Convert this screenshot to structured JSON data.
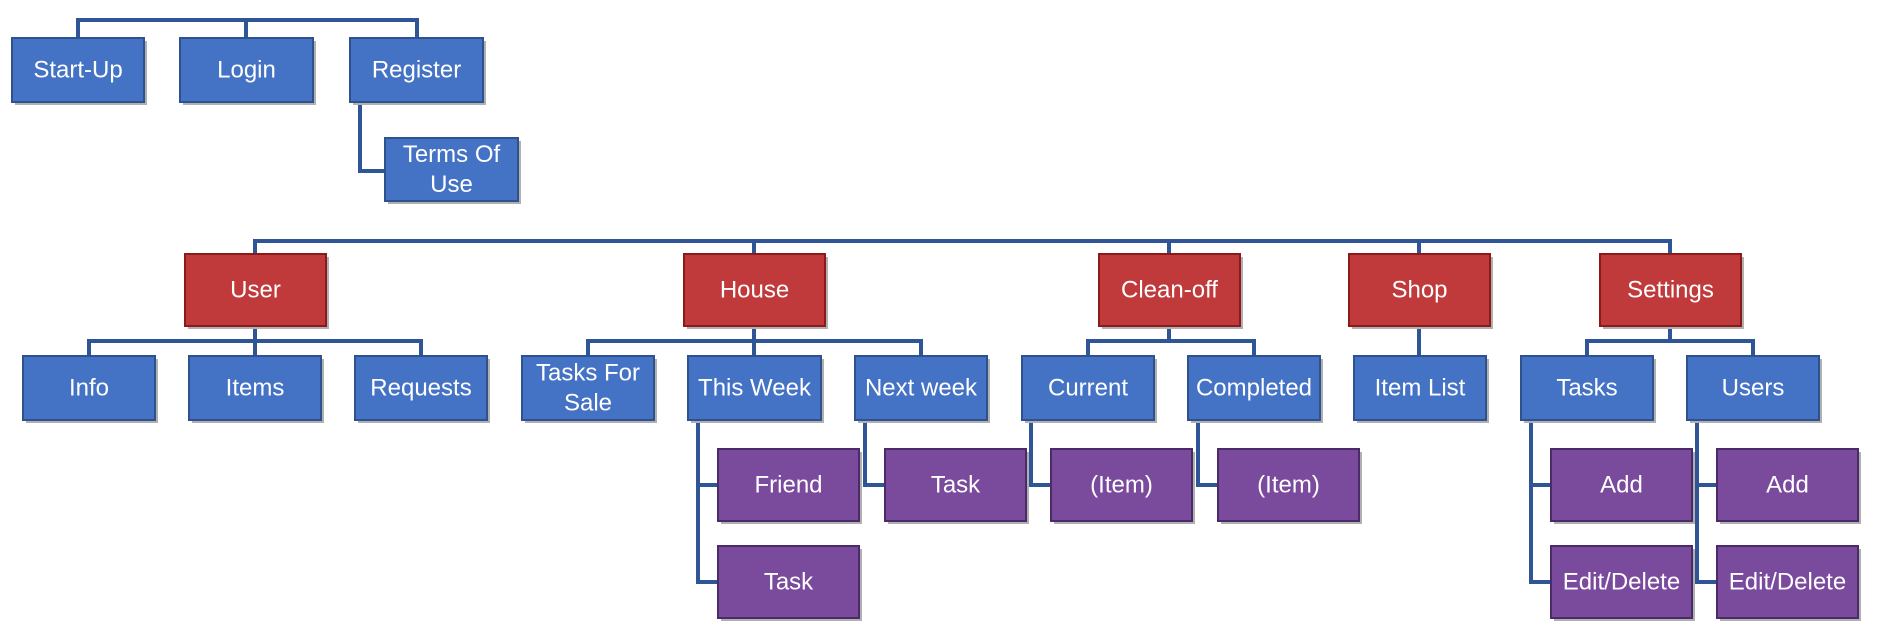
{
  "colors": {
    "blue": "#4472c4",
    "blue_border": "#2f528f",
    "red": "#c0393b",
    "red_border": "#8b1a1a",
    "purple": "#7a4a9c",
    "purple_border": "#4b2a68",
    "connector": "#2f5597",
    "text": "#ffffff"
  },
  "nodes": {
    "startup": "Start-Up",
    "login": "Login",
    "register": "Register",
    "terms": [
      "Terms Of",
      "Use"
    ],
    "user": "User",
    "house": "House",
    "cleanoff": "Clean-off",
    "shop": "Shop",
    "settings": "Settings",
    "info": "Info",
    "items": "Items",
    "requests": "Requests",
    "tasks_for_sale": [
      "Tasks For",
      "Sale"
    ],
    "this_week": "This Week",
    "next_week": "Next week",
    "current": "Current",
    "completed": "Completed",
    "item_list": "Item List",
    "settings_tasks": "Tasks",
    "settings_users": "Users",
    "friend": "Friend",
    "this_week_task": "Task",
    "next_week_task": "Task",
    "current_item": "(Item)",
    "completed_item": "(Item)",
    "tasks_add": "Add",
    "tasks_edit": "Edit/Delete",
    "users_add": "Add",
    "users_edit": "Edit/Delete"
  }
}
